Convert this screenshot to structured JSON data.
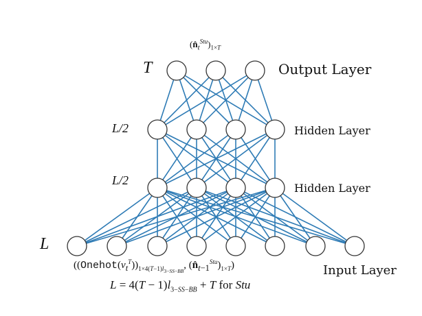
{
  "colors": {
    "edge": "#2e7bb5",
    "node_stroke": "#333333",
    "node_fill": "#ffffff"
  },
  "layers": [
    {
      "name": "Output Layer",
      "size_label": "T",
      "nodes": 3
    },
    {
      "name": "Hidden Layer",
      "size_label": "L/2",
      "nodes": 4
    },
    {
      "name": "Hidden Layer",
      "size_label": "L/2",
      "nodes": 4
    },
    {
      "name": "Input Layer",
      "size_label": "L",
      "nodes": 8
    }
  ],
  "labels": {
    "output_vector": "(n̂ₜ^Stu)₁×T",
    "input_formula": "((Onehot(vₜ^T))₁×4(T−1)l₃₋SS₋BB, (n̂ₜ₋₁^Stu)₁×T)",
    "size_equation": "L = 4(T − 1)l₃₋SS₋BB + T for Stu"
  }
}
